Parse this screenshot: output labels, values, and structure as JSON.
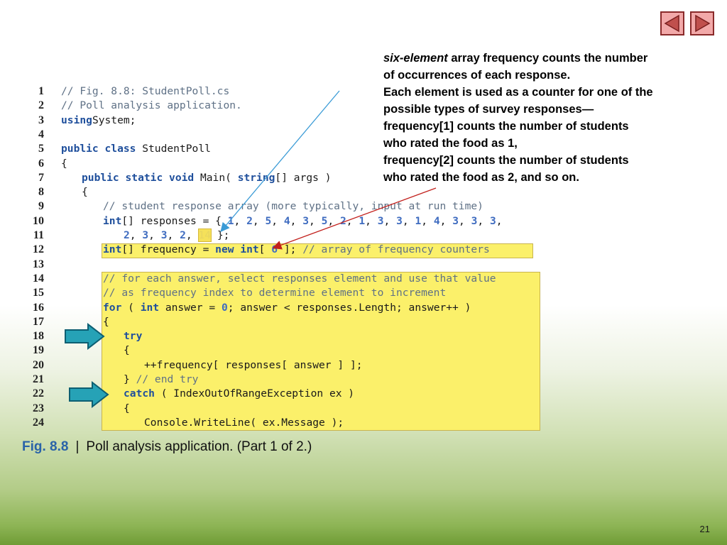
{
  "nav": {
    "prev_icon": "triangle-left-icon",
    "next_icon": "triangle-right-icon"
  },
  "callout": {
    "lines": [
      {
        "em": "six-element",
        "text": " array frequency counts the number"
      },
      {
        "em": "",
        "text": "of occurrences of each response."
      },
      {
        "em": "",
        "text": "Each element is used as a counter for one of the"
      },
      {
        "em": "",
        "text": "possible types of survey responses—"
      },
      {
        "em": "",
        "text": "frequency[1] counts the number of students"
      },
      {
        "em": "",
        "text": "who rated the food as 1,"
      },
      {
        "em": "",
        "text": "frequency[2] counts the number of students"
      },
      {
        "em": "",
        "text": "who rated the food as 2, and so on."
      }
    ]
  },
  "code": {
    "lines": [
      {
        "num": "1",
        "tokens": [
          [
            "cm",
            "// Fig. 8.8: StudentPoll.cs"
          ]
        ]
      },
      {
        "num": "2",
        "tokens": [
          [
            "cm",
            "// Poll analysis application."
          ]
        ]
      },
      {
        "num": "3",
        "tokens": [
          [
            "kw",
            "using"
          ],
          [
            "",
            "System;"
          ]
        ]
      },
      {
        "num": "4",
        "tokens": []
      },
      {
        "num": "5",
        "tokens": [
          [
            "kw",
            "public"
          ],
          [
            "",
            " "
          ],
          [
            "kw",
            "class"
          ],
          [
            "",
            " StudentPoll"
          ]
        ]
      },
      {
        "num": "6",
        "tokens": [
          [
            "",
            "{"
          ]
        ]
      },
      {
        "num": "7",
        "tokens": [
          [
            "",
            " "
          ],
          [
            "kw",
            "public"
          ],
          [
            "",
            " "
          ],
          [
            "kw",
            "static"
          ],
          [
            "",
            " "
          ],
          [
            "kw",
            "void"
          ],
          [
            "",
            " Main( "
          ],
          [
            "kw",
            "string"
          ],
          [
            "",
            "[] args )"
          ]
        ]
      },
      {
        "num": "8",
        "tokens": [
          [
            "",
            " {"
          ]
        ]
      },
      {
        "num": "9",
        "tokens": [
          [
            "cm",
            "   // student response array (more typically, input at run time)"
          ]
        ]
      },
      {
        "num": "10",
        "tokens": [
          [
            "",
            " "
          ],
          [
            "kw",
            "int"
          ],
          [
            "",
            "[] responses = { "
          ],
          [
            "nm",
            "1"
          ],
          [
            "",
            ", "
          ],
          [
            "nm",
            "2"
          ],
          [
            "",
            ", "
          ],
          [
            "nm",
            "5"
          ],
          [
            "",
            ", "
          ],
          [
            "nm",
            "4"
          ],
          [
            "",
            ", "
          ],
          [
            "nm",
            "3"
          ],
          [
            "",
            ", "
          ],
          [
            "nm",
            "5"
          ],
          [
            "",
            ", "
          ],
          [
            "nm",
            "2"
          ],
          [
            "",
            ", "
          ],
          [
            "nm",
            "1"
          ],
          [
            "",
            ", "
          ],
          [
            "nm",
            "3"
          ],
          [
            "",
            ", "
          ],
          [
            "nm",
            "3"
          ],
          [
            "",
            ", "
          ],
          [
            "nm",
            "1"
          ],
          [
            "",
            ", "
          ],
          [
            "nm",
            "4"
          ],
          [
            "",
            ", "
          ],
          [
            "nm",
            "3"
          ],
          [
            "",
            ", "
          ],
          [
            "nm",
            "3"
          ],
          [
            "",
            ", "
          ],
          [
            "nm",
            "3"
          ],
          [
            "",
            ","
          ]
        ]
      },
      {
        "num": "11",
        "tokens": [
          [
            "",
            "    "
          ],
          [
            "nm",
            "2"
          ],
          [
            "",
            ", "
          ],
          [
            "nm",
            "3"
          ],
          [
            "",
            ", "
          ],
          [
            "nm",
            "3"
          ],
          [
            "",
            ", "
          ],
          [
            "nm",
            "2"
          ],
          [
            "",
            ", "
          ],
          [
            "box",
            "14"
          ],
          [
            "",
            " };"
          ]
        ]
      },
      {
        "num": "12",
        "tokens": [
          [
            "",
            " "
          ],
          [
            "kw",
            "int"
          ],
          [
            "",
            "[] frequency = "
          ],
          [
            "kw",
            "new"
          ],
          [
            "",
            " "
          ],
          [
            "kw",
            "int"
          ],
          [
            "",
            "[ "
          ],
          [
            "nm",
            "6"
          ],
          [
            "",
            " ]; "
          ],
          [
            "cm",
            "// array of frequency counters"
          ]
        ]
      },
      {
        "num": "13",
        "tokens": []
      },
      {
        "num": "14",
        "tokens": [
          [
            "cm",
            "   // for each answer, select responses element and use that value"
          ]
        ]
      },
      {
        "num": "15",
        "tokens": [
          [
            "cm",
            "   // as frequency index to determine element to increment"
          ]
        ]
      },
      {
        "num": "16",
        "tokens": [
          [
            "",
            " "
          ],
          [
            "kw",
            "for"
          ],
          [
            "",
            " ( "
          ],
          [
            "kw",
            "int"
          ],
          [
            "",
            " answer = "
          ],
          [
            "nm",
            "0"
          ],
          [
            "",
            "; answer < responses.Length; answer++ )"
          ]
        ]
      },
      {
        "num": "17",
        "tokens": [
          [
            "",
            " {"
          ]
        ]
      },
      {
        "num": "18",
        "tokens": [
          [
            "",
            "    "
          ],
          [
            "kw",
            "try"
          ]
        ]
      },
      {
        "num": "19",
        "tokens": [
          [
            "",
            "    {"
          ]
        ]
      },
      {
        "num": "20",
        "tokens": [
          [
            "",
            "       ++frequency[ responses[ answer ] ];"
          ]
        ]
      },
      {
        "num": "21",
        "tokens": [
          [
            "",
            "    } "
          ],
          [
            "cm",
            "// end try"
          ]
        ]
      },
      {
        "num": "22",
        "tokens": [
          [
            "",
            "    "
          ],
          [
            "kw",
            "catch"
          ],
          [
            "",
            " ( IndexOutOfRangeException ex )"
          ]
        ]
      },
      {
        "num": "23",
        "tokens": [
          [
            "",
            "    {"
          ]
        ]
      },
      {
        "num": "24",
        "tokens": [
          [
            "",
            "       Console.WriteLine( ex.Message );"
          ]
        ]
      }
    ]
  },
  "caption": {
    "label": "Fig. 8.8",
    "separator": "|",
    "text": "Poll analysis application. (Part 1 of 2.)"
  },
  "page_number": "21",
  "colors": {
    "highlight": "#fbf06a",
    "keyword": "#1f4f9c",
    "comment": "#5f7186",
    "arrow_blue": "#3a9bd6",
    "arrow_red": "#c2201c",
    "box_arrow": "#1b8fa3"
  }
}
